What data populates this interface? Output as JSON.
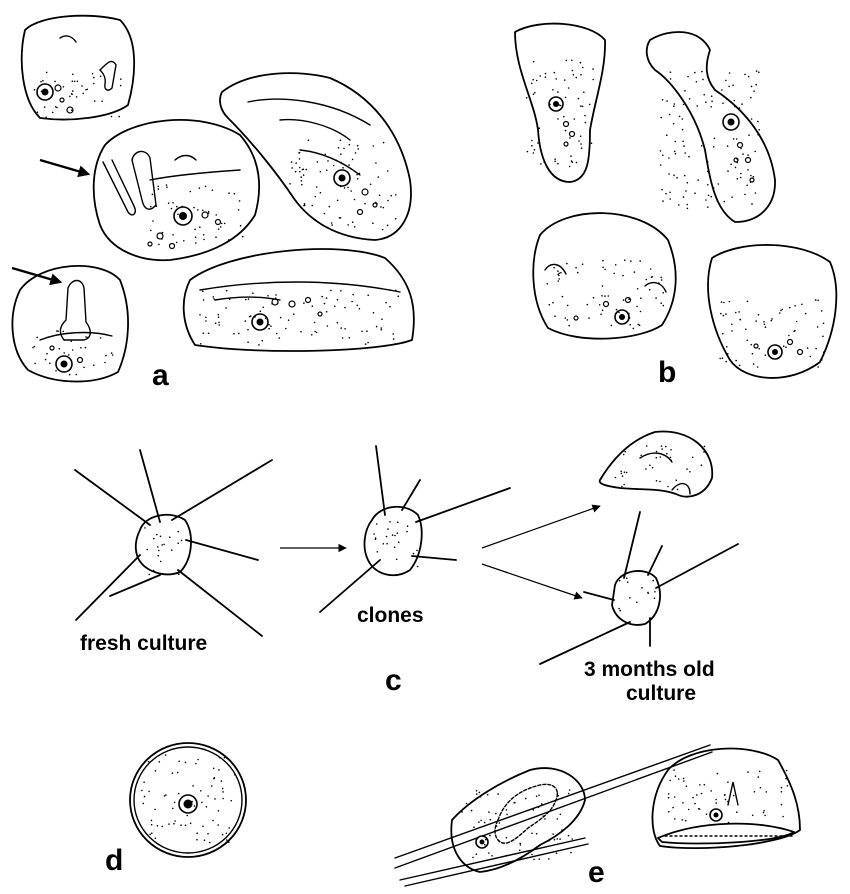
{
  "panels": {
    "a": {
      "label": "a"
    },
    "b": {
      "label": "b"
    },
    "c": {
      "label": "c",
      "captions": {
        "fresh": "fresh culture",
        "clones": "clones",
        "old_line1": "3 months old",
        "old_line2": "culture"
      }
    },
    "d": {
      "label": "d"
    },
    "e": {
      "label": "e"
    }
  }
}
